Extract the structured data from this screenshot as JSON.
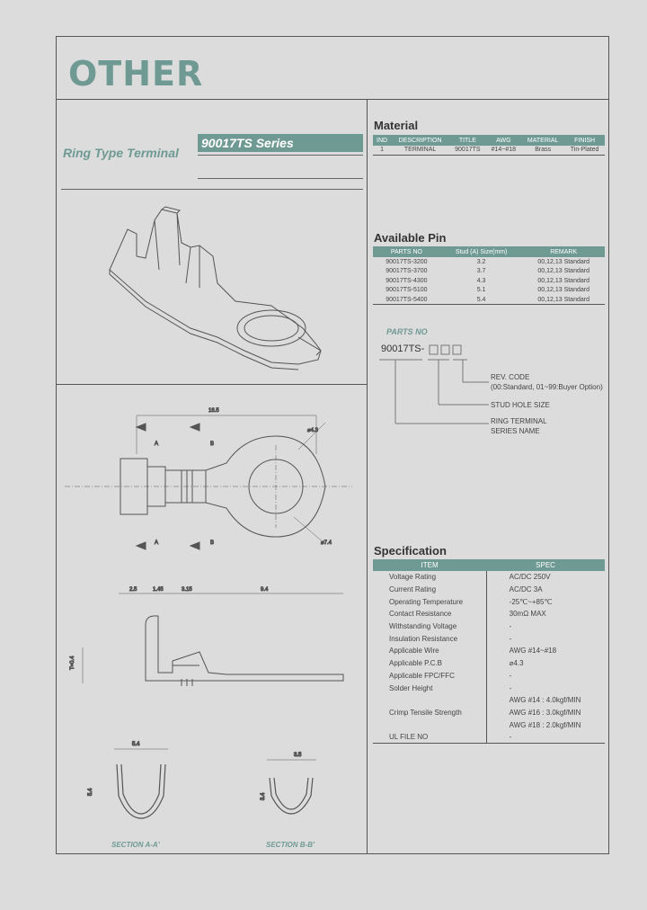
{
  "brand": "OTHER",
  "type_label": "Ring Type Terminal",
  "series_title": "90017TS Series",
  "material": {
    "title": "Material",
    "columns": [
      "IND",
      "DESCRIPTION",
      "TITLE",
      "AWG",
      "MATERIAL",
      "FINISH"
    ],
    "rows": [
      [
        "1",
        "TERMINAL",
        "90017TS",
        "#14~#18",
        "Brass",
        "Tin-Plated"
      ]
    ]
  },
  "available_pin": {
    "title": "Available Pin",
    "columns": [
      "PARTS NO",
      "Stud (A) Size(mm)",
      "REMARK"
    ],
    "rows": [
      [
        "90017TS-3200",
        "3.2",
        "00,12,13 Standard"
      ],
      [
        "90017TS-3700",
        "3.7",
        "00,12,13 Standard"
      ],
      [
        "90017TS-4300",
        "4.3",
        "00,12,13 Standard"
      ],
      [
        "90017TS-5100",
        "5.1",
        "00,12,13 Standard"
      ],
      [
        "90017TS-5400",
        "5.4",
        "00,12,13 Standard"
      ]
    ]
  },
  "parts_no": {
    "title": "PARTS NO",
    "code": "90017TS-",
    "rev_code": "REV. CODE",
    "rev_code_desc": "(00:Standard, 01~99:Buyer Option)",
    "stud_hole": "STUD HOLE SIZE",
    "series_name_1": "RING TERMINAL",
    "series_name_2": "SERIES NAME"
  },
  "specification": {
    "title": "Specification",
    "columns": [
      "ITEM",
      "SPEC"
    ],
    "rows": [
      [
        "Voltage Rating",
        "AC/DC 250V"
      ],
      [
        "Current Rating",
        "AC/DC 3A"
      ],
      [
        "Operating Temperature",
        "-25℃~+85℃"
      ],
      [
        "Contact Resistance",
        "30mΩ MAX"
      ],
      [
        "Withstanding Voltage",
        "-"
      ],
      [
        "Insulation Resistance",
        "-"
      ],
      [
        "Applicable Wire",
        "AWG #14~#18"
      ],
      [
        "Applicable P.C.B",
        "⌀4.3"
      ],
      [
        "Applicable FPC/FFC",
        "-"
      ],
      [
        "Solder Height",
        "-"
      ],
      [
        "",
        "AWG #14 : 4.0kgf/MIN"
      ],
      [
        "Crimp Tensile Strength",
        "AWG #16 : 3.0kgf/MIN"
      ],
      [
        "",
        "AWG #18 : 2.0kgf/MIN"
      ],
      [
        "UL FILE NO",
        "-"
      ]
    ]
  },
  "dims": {
    "top_len": "16.5",
    "ring_dia": "⌀4.3",
    "ring_outer": "⌀7.4",
    "a_dim": "A",
    "b_dim": "B",
    "w1": "2.5",
    "w2": "1.45",
    "w3": "3.15",
    "w4": "9.4",
    "h1": "T=0.4",
    "sec_a_w": "5.4",
    "sec_a_h": "5.4",
    "sec_b_w": "3.5",
    "sec_b_h": "3.4"
  },
  "section_a": "SECTION A-A'",
  "section_b": "SECTION B-B'"
}
